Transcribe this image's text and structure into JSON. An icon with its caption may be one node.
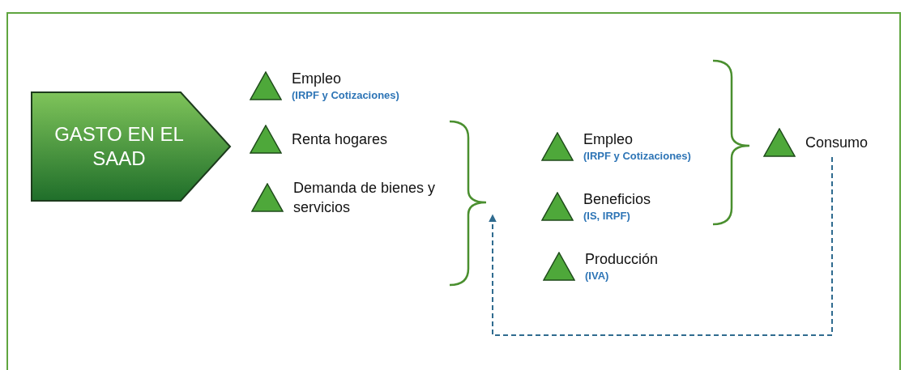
{
  "diagram": {
    "nodes": [
      {
        "text": [
          "GASTO EN EL SAAD"
        ]
      },
      {
        "text": [
          "Empleo",
          "(IRPF y Cotizaciones)"
        ]
      },
      {
        "text": [
          "Renta hogares"
        ]
      },
      {
        "text": [
          "Demanda de bienes y servicios"
        ]
      },
      {
        "text": [],
        "shape": "bracket"
      },
      {
        "text": [
          "Empleo",
          "(IRPF y Cotizaciones)"
        ]
      },
      {
        "text": [
          "Beneficios",
          "(IS, IRPF)"
        ]
      },
      {
        "text": [
          "Producción",
          "(IVA)"
        ]
      },
      {
        "text": [
          "Consumo"
        ]
      }
    ],
    "edges": [
      {
        "from": 8,
        "to": 4,
        "arrow": "to",
        "style": "dashed"
      }
    ]
  }
}
